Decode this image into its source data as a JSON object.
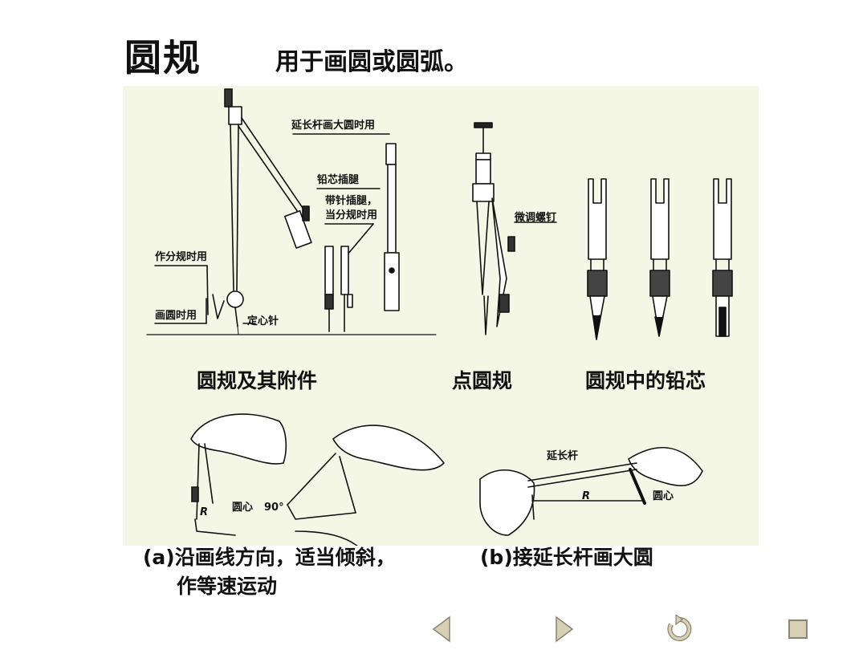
{
  "header": {
    "title": "圆规",
    "subtitle": "用于画圆或圆弧。"
  },
  "figure": {
    "labels": {
      "extension_rod_use": "延长杆画大圆时用",
      "lead_insert_leg": "铅芯插腿",
      "needle_leg_1": "带针插腿，",
      "needle_leg_2": "当分规时用",
      "divider_use": "作分规时用",
      "drawing_use": "画圆时用",
      "center_needle": "定心针",
      "fine_screw": "微调螺钉",
      "center_a": "圆心",
      "angle_90": "90°",
      "radius_a": "R",
      "extension_rod": "延长杆",
      "radius_b": "R",
      "center_b": "圆心"
    },
    "captions": {
      "compass_accessories": "圆规及其附件",
      "dot_compass": "点圆规",
      "compass_leads": "圆规中的铅芯"
    }
  },
  "bottom": {
    "caption_a_line1": "(a)沿画线方向，适当倾斜，",
    "caption_a_line2": "作等速运动",
    "caption_b": "(b)接延长杆画大圆"
  },
  "nav": {
    "icons": [
      "prev-arrow-icon",
      "next-arrow-icon",
      "return-icon",
      "stop-icon"
    ],
    "accent": "#d4c9a8"
  }
}
